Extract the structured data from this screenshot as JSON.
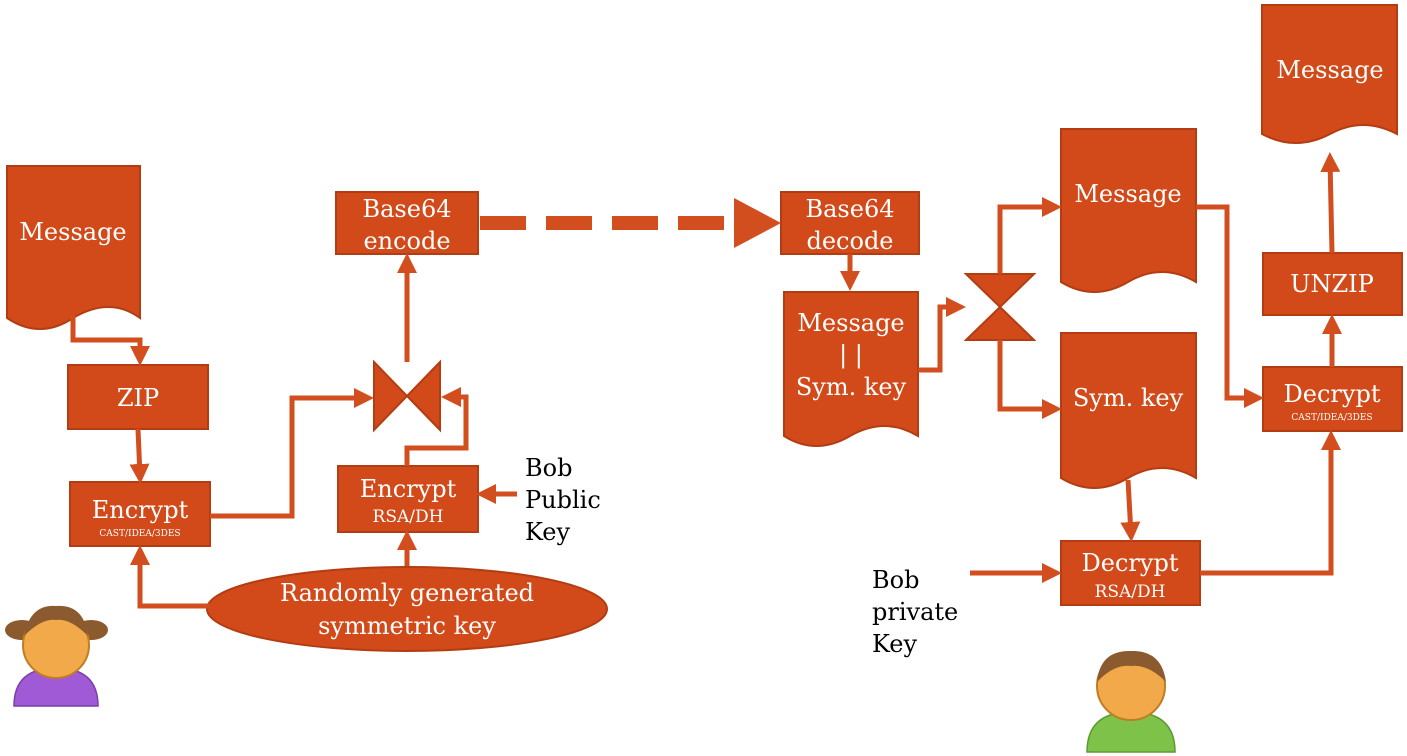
{
  "colors": {
    "box": "#d24a1a",
    "box_border": "#b33d13",
    "arrow": "#d24e1f",
    "alice_shirt": "#a15ad6",
    "bob_shirt": "#7fc24a",
    "skin": "#f2a94a",
    "hair": "#8c5a2f",
    "text_on_box": "#ffffff",
    "side_text": "#000000"
  },
  "sender": {
    "message_doc": "Message",
    "zip": "ZIP",
    "encrypt_sym": {
      "title": "Encrypt",
      "sub": "CAST/IDEA/3DES"
    },
    "random_key": {
      "line1": "Randomly generated",
      "line2": "symmetric key"
    },
    "encrypt_rsa": {
      "title": "Encrypt",
      "sub": "RSA/DH"
    },
    "bob_public_key": {
      "line1": "Bob",
      "line2": "Public",
      "line3": "Key"
    },
    "base64_encode": {
      "line1": "Base64",
      "line2": "encode"
    },
    "avatar_icon": "alice-avatar-icon"
  },
  "receiver": {
    "base64_decode": {
      "line1": "Base64",
      "line2": "decode"
    },
    "combined_doc": {
      "line1": "Message",
      "line2": "| |",
      "line3": "Sym. key"
    },
    "message_doc": "Message",
    "symkey_doc": "Sym. key",
    "decrypt_rsa": {
      "title": "Decrypt",
      "sub": "RSA/DH"
    },
    "bob_private_key": {
      "line1": "Bob",
      "line2": "private",
      "line3": "Key"
    },
    "decrypt_sym": {
      "title": "Decrypt",
      "sub": "CAST/IDEA/3DES"
    },
    "unzip": "UNZIP",
    "final_message_doc": "Message",
    "avatar_icon": "bob-avatar-icon"
  }
}
